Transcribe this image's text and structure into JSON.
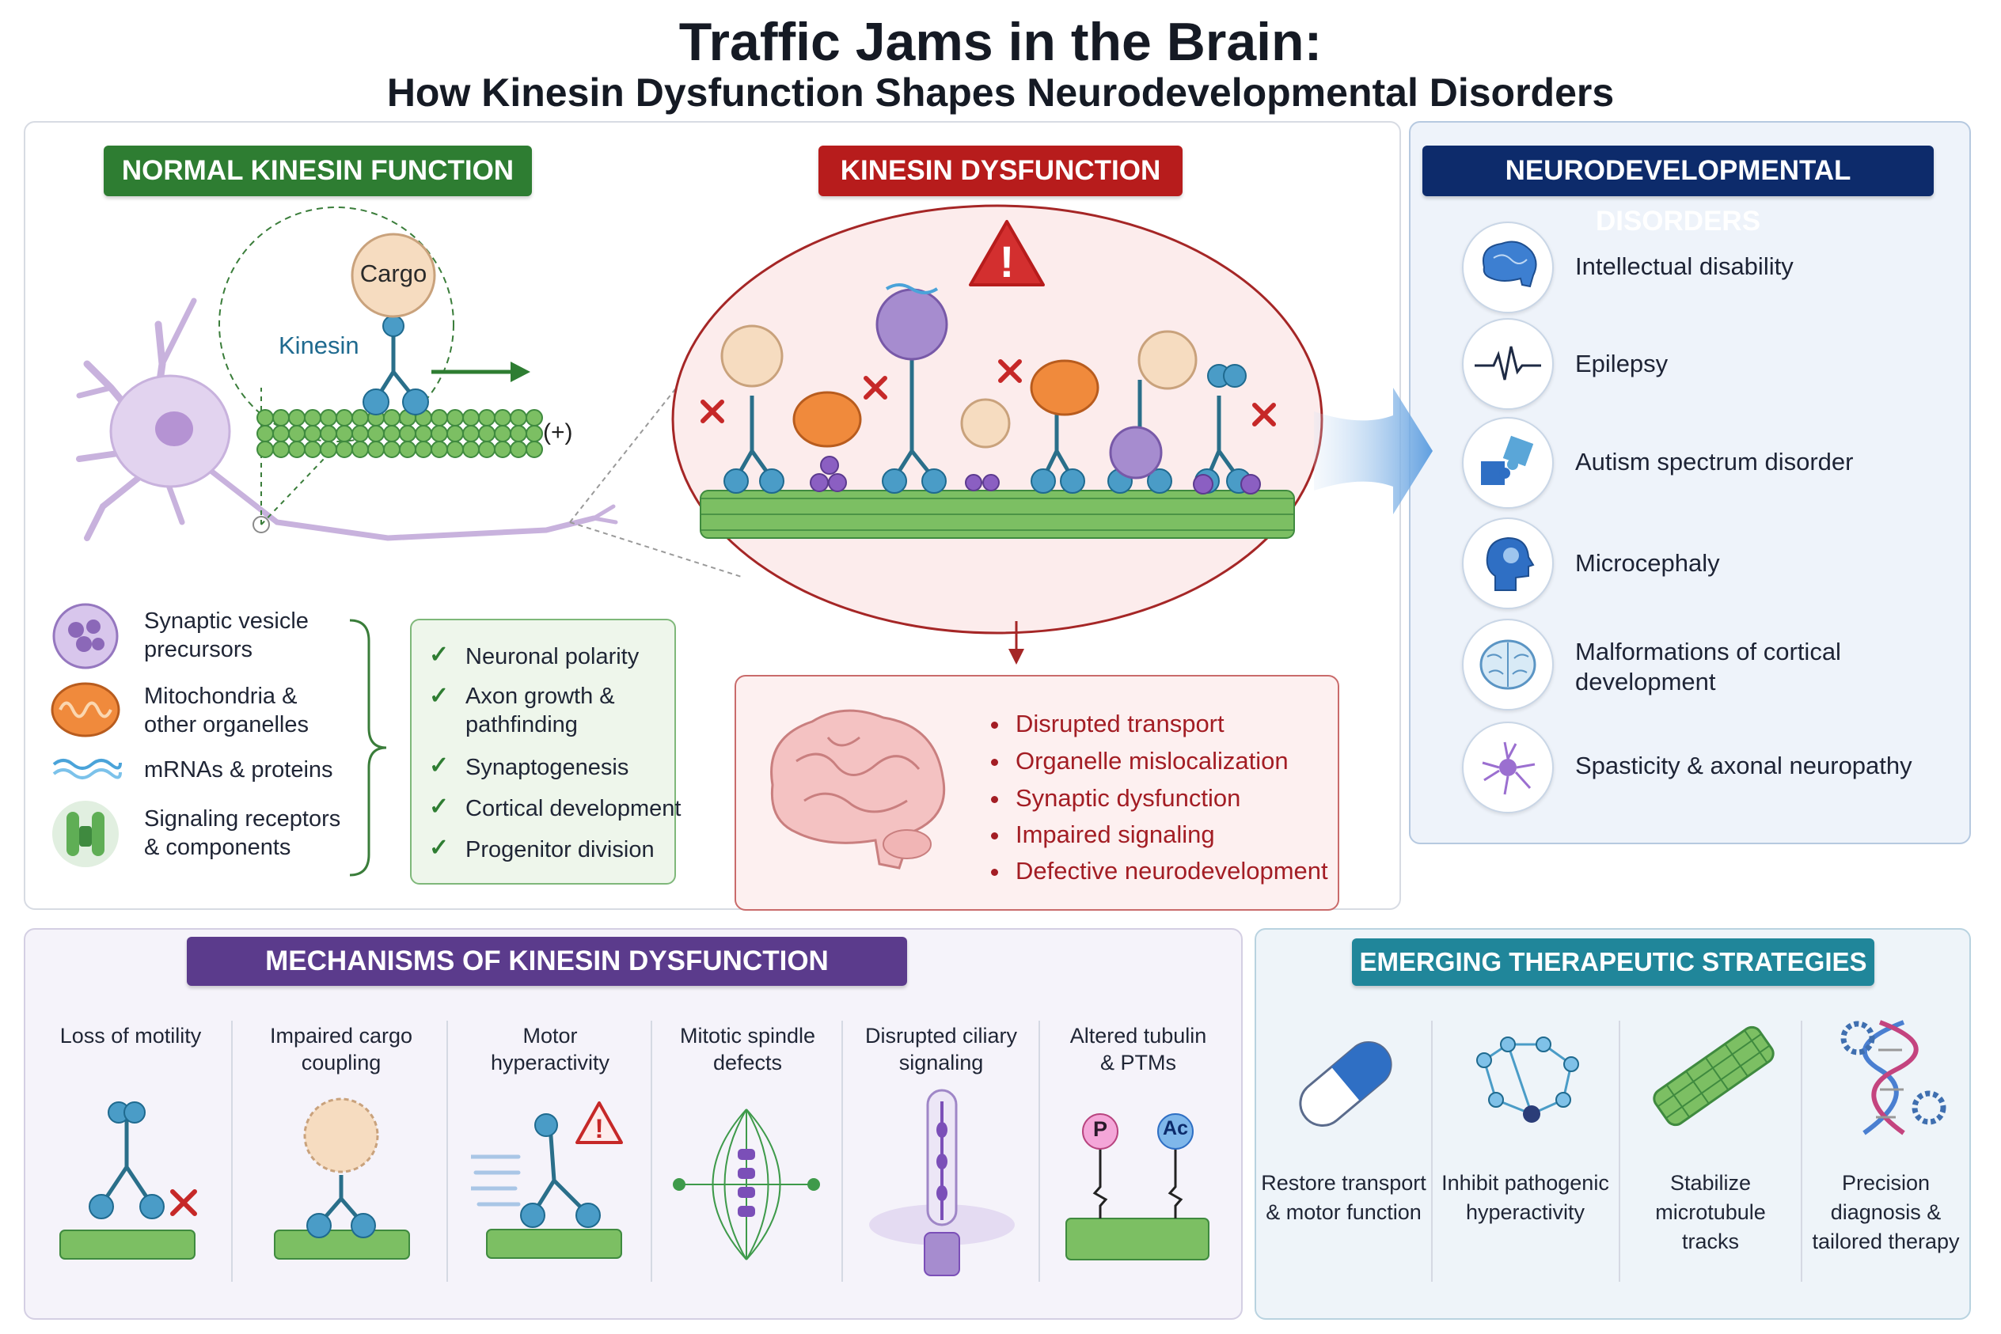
{
  "title": {
    "line1": "Traffic Jams in the Brain:",
    "line2": "How Kinesin Dysfunction Shapes Neurodevelopmental Disorders"
  },
  "normal": {
    "header": "NORMAL KINESIN FUNCTION",
    "cargo_label": "Cargo",
    "kinesin_label": "Kinesin",
    "plus_label": "(+)",
    "cargo_types": [
      {
        "icon": "synaptic-vesicle-icon",
        "line1": "Synaptic vesicle",
        "line2": "precursors"
      },
      {
        "icon": "mitochondria-icon",
        "line1": "Mitochondria &",
        "line2": "other organelles"
      },
      {
        "icon": "mrna-wave-icon",
        "line1": "mRNAs & proteins",
        "line2": ""
      },
      {
        "icon": "receptor-icon",
        "line1": "Signaling receptors",
        "line2": "& components"
      }
    ],
    "functions": [
      {
        "line1": "Neuronal polarity",
        "line2": ""
      },
      {
        "line1": "Axon growth &",
        "line2": "pathfinding"
      },
      {
        "line1": "Synaptogenesis",
        "line2": ""
      },
      {
        "line1": "Cortical development",
        "line2": ""
      },
      {
        "line1": "Progenitor division",
        "line2": ""
      }
    ]
  },
  "dysfunction": {
    "header": "KINESIN DYSFUNCTION",
    "consequences": [
      "Disrupted transport",
      "Organelle mislocalization",
      "Synaptic dysfunction",
      "Impaired signaling",
      "Defective neurodevelopment"
    ]
  },
  "disorders": {
    "header": "NEURODEVELOPMENTAL DISORDERS",
    "items": [
      {
        "icon": "brain-icon",
        "line1": "Intellectual disability",
        "line2": ""
      },
      {
        "icon": "ecg-waveform-icon",
        "line1": "Epilepsy",
        "line2": ""
      },
      {
        "icon": "puzzle-icon",
        "line1": "Autism spectrum disorder",
        "line2": ""
      },
      {
        "icon": "small-head-icon",
        "line1": "Microcephaly",
        "line2": ""
      },
      {
        "icon": "cortex-brain-icon",
        "line1": "Malformations of cortical",
        "line2": "development"
      },
      {
        "icon": "neuron-icon",
        "line1": "Spasticity & axonal neuropathy",
        "line2": ""
      }
    ]
  },
  "mechanisms": {
    "header": "MECHANISMS OF KINESIN DYSFUNCTION",
    "items": [
      {
        "line1": "Loss of motility",
        "line2": ""
      },
      {
        "line1": "Impaired cargo",
        "line2": "coupling"
      },
      {
        "line1": "Motor",
        "line2": "hyperactivity"
      },
      {
        "line1": "Mitotic spindle",
        "line2": "defects"
      },
      {
        "line1": "Disrupted ciliary",
        "line2": "signaling"
      },
      {
        "line1": "Altered tubulin",
        "line2": "& PTMs"
      }
    ],
    "ptm_p": "P",
    "ptm_ac": "Ac"
  },
  "therapy": {
    "header": "EMERGING THERAPEUTIC STRATEGIES",
    "items": [
      {
        "line1": "Restore transport",
        "line2": "& motor function",
        "line3": ""
      },
      {
        "line1": "Inhibit pathogenic",
        "line2": "hyperactivity",
        "line3": ""
      },
      {
        "line1": "Stabilize",
        "line2": "microtubule",
        "line3": "tracks"
      },
      {
        "line1": "Precision",
        "line2": "diagnosis &",
        "line3": "tailored therapy"
      }
    ]
  },
  "colors": {
    "normal": "#2e7d32",
    "dysfunction": "#b71c1c",
    "disorders": "#0d2b6b",
    "mechanisms": "#5b3b8c",
    "therapy": "#20869a"
  }
}
